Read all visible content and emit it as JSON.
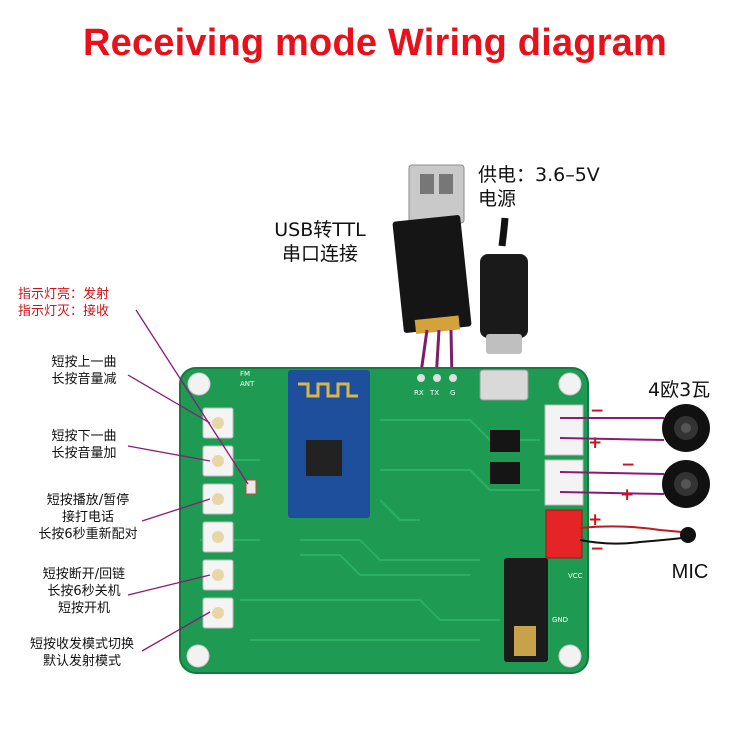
{
  "title": "Receiving mode Wiring diagram",
  "usb_ttl": {
    "line1": "USB转TTL",
    "line2": "串口连接"
  },
  "power": {
    "line1": "供电：3.6–5V",
    "line2": "电源"
  },
  "indicator": {
    "line1": "指示灯亮：发射",
    "line2": "指示灯灭：接收"
  },
  "buttons": [
    {
      "line1": "短按上一曲",
      "line2": "长按音量减"
    },
    {
      "line1": "短按下一曲",
      "line2": "长按音量加"
    },
    {
      "line1": "短按播放/暂停",
      "line2": "接打电话",
      "line3": "长按6秒重新配对"
    },
    {
      "line1": "短按断开/回链",
      "line2": "长按6秒关机",
      "line3": "短按开机"
    },
    {
      "line1": "短按收发模式切换",
      "line2": "默认发射模式"
    }
  ],
  "speaker": "4欧3瓦",
  "mic": "MIC",
  "plus": "+",
  "minus": "−",
  "header_pins": [
    "RX",
    "TX",
    "G"
  ],
  "silkscreen": {
    "fm": "FM",
    "ant": "ANT",
    "vcc": "VCC",
    "gnd": "GND"
  },
  "colors": {
    "title": "#e8101a",
    "pcb": "#1e9a52",
    "wire": "#8a1a7a",
    "bt_module": "#1d4f9c"
  }
}
